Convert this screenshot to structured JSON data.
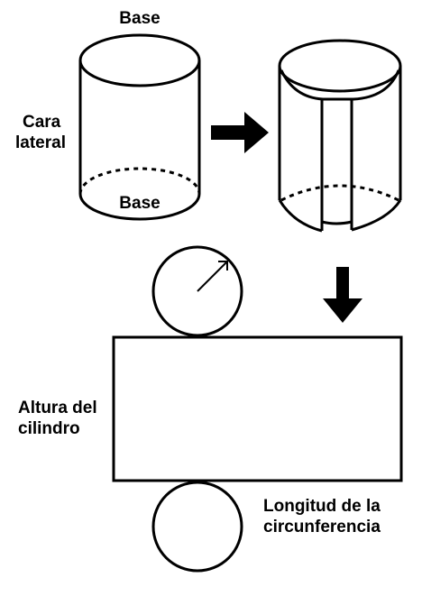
{
  "labels": {
    "base_top": "Base",
    "base_bottom": "Base",
    "lateral_line1": "Cara",
    "lateral_line2": "lateral",
    "height_line1": "Altura del",
    "height_line2": "cilindro",
    "circ_line1": "Longitud de la",
    "circ_line2": "circunferencia"
  },
  "colors": {
    "stroke": "#000000",
    "background": "#ffffff"
  }
}
